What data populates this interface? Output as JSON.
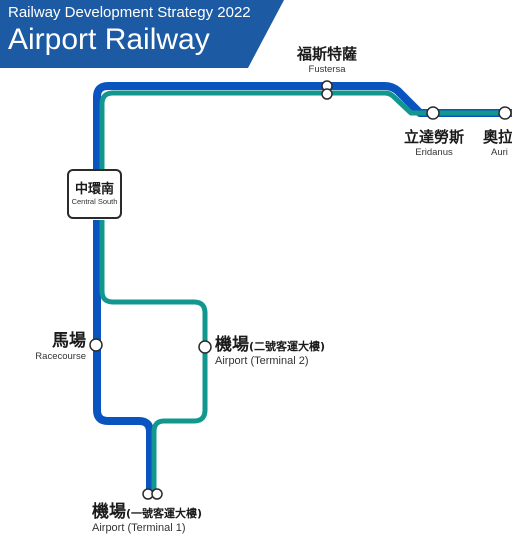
{
  "header": {
    "subtitle": "Railway Development Strategy 2022",
    "title": "Airport Railway"
  },
  "colors": {
    "banner": "#1c5aa4",
    "line_blue": "#0a54c0",
    "line_teal": "#12978e",
    "station_fill": "#ffffff",
    "station_stroke": "#2b2b2b"
  },
  "stations": {
    "fustersa": {
      "zh": "福斯特薩",
      "en": "Fustersa"
    },
    "eridanus": {
      "zh": "立達勞斯",
      "en": "Eridanus"
    },
    "auri": {
      "zh": "奧拉",
      "en": "Auri"
    },
    "central_south": {
      "zh": "中環南",
      "en": "Central South"
    },
    "racecourse": {
      "zh": "馬場",
      "en": "Racecourse"
    },
    "terminal2": {
      "zh_main": "機場",
      "zh_sub": "(二號客運大樓)",
      "en": "Airport (Terminal 2)"
    },
    "terminal1": {
      "zh_main": "機場",
      "zh_sub": "(一號客運大樓)",
      "en": "Airport (Terminal 1)"
    }
  }
}
